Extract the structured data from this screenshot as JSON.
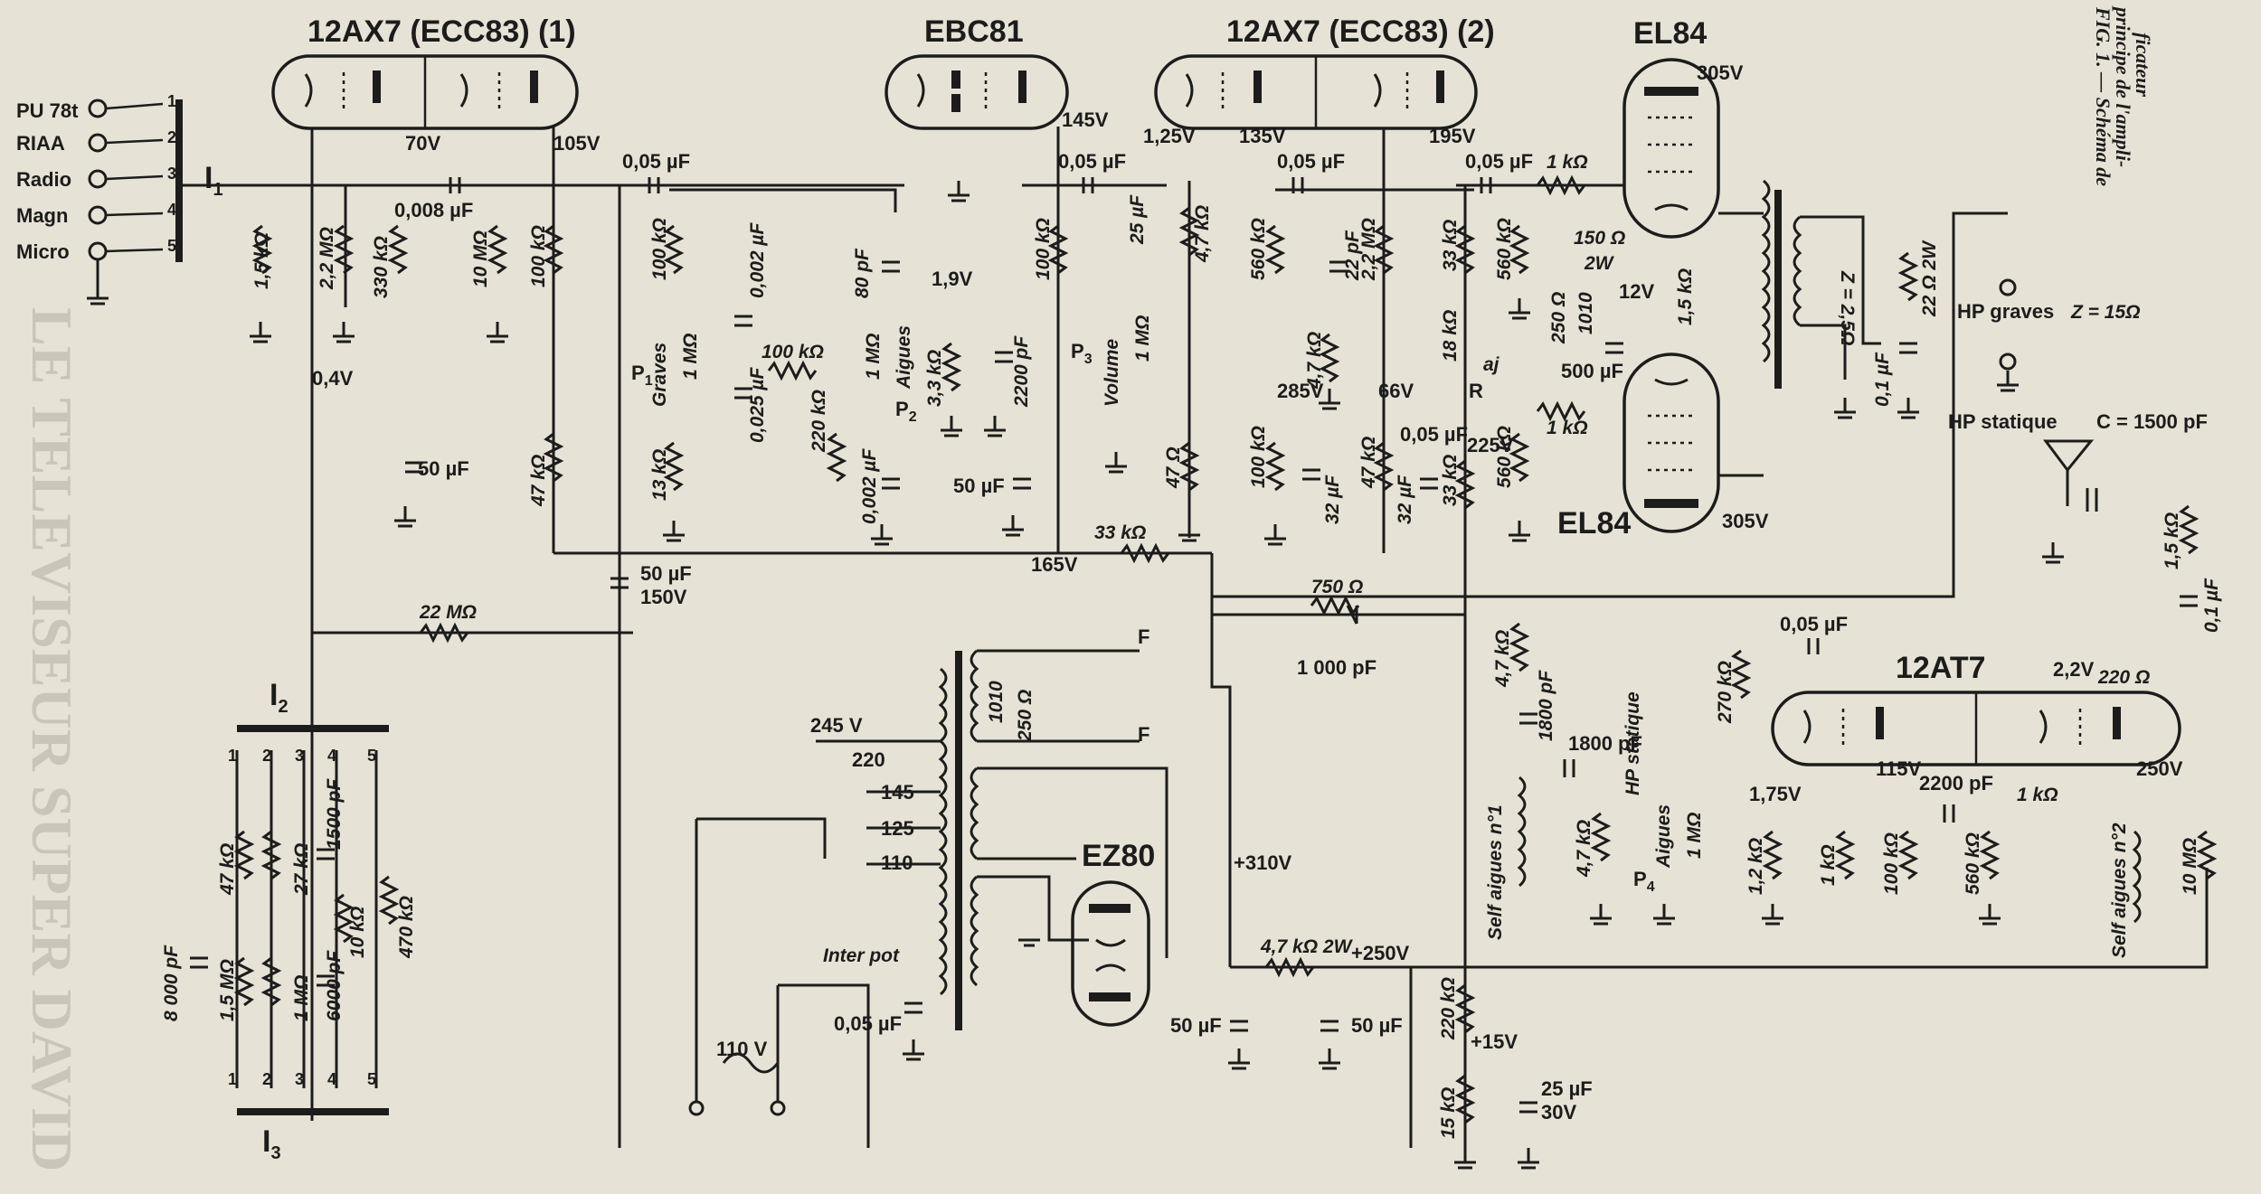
{
  "caption": {
    "line1": "FIG. 1. — Schéma de",
    "line2": "principe de l'ampli-",
    "line3": "ficateur"
  },
  "bleed_text": {
    "left": "LE TELEVISEUR SUPER DAVID"
  },
  "tubes": {
    "v1": "12AX7 (ECC83) (1)",
    "v2": "EBC81",
    "v3": "12AX7 (ECC83) (2)",
    "v4": "EL84",
    "v5": "EL84",
    "v6": "12AT7",
    "v7": "EZ80"
  },
  "inputs": {
    "pu": "PU 78t",
    "riaa": "RIAA",
    "radio": "Radio",
    "magn": "Magn",
    "micro": "Micro",
    "switch": "I",
    "switch_sub": "1"
  },
  "switches": {
    "i2": "I",
    "i2_sub": "2",
    "i3": "I",
    "i3_sub": "3",
    "pins": [
      "1",
      "2",
      "3",
      "4",
      "5"
    ]
  },
  "pots": {
    "p1": "P",
    "p1_sub": "1",
    "p1_name": "Graves",
    "p1_val": "1 MΩ",
    "p2": "P",
    "p2_sub": "2",
    "p2_name": "Aigues",
    "p2_val": "1 MΩ",
    "p3": "P",
    "p3_sub": "3",
    "p3_name": "Volume",
    "p3_val": "1 MΩ",
    "p4": "P",
    "p4_sub": "4",
    "p4_name": "Aigues",
    "p4_val": "1 MΩ",
    "p4_name2": "HP statique"
  },
  "resistors": {
    "r1": "1,5 kΩ",
    "r2": "2,2 MΩ",
    "r3": "330 kΩ",
    "r4": "10 MΩ",
    "r5": "100 kΩ",
    "r6": "47 kΩ",
    "r7": "100 kΩ",
    "r8": "13 kΩ",
    "r9": "100 kΩ",
    "r10": "220 kΩ",
    "r11": "3,3 kΩ",
    "r12": "100 kΩ",
    "r13": "4,7 kΩ",
    "r14": "47 Ω",
    "r15": "560 kΩ",
    "r16": "4,7 kΩ",
    "r17": "100 kΩ",
    "r18": "2,2 MΩ",
    "r19": "47 kΩ",
    "r20": "33 kΩ",
    "r21": "18 kΩ",
    "r21b": "aj",
    "r22": "33 kΩ",
    "r23": "560 kΩ",
    "r24": "560 kΩ",
    "r25": "1 kΩ",
    "r26": "1 kΩ",
    "r27": "150 Ω",
    "r27b": "2W",
    "r28": "250 Ω",
    "r28b": "1010",
    "r29": "1,5 kΩ",
    "r30": "22 Ω 2W",
    "r31": "33 kΩ",
    "r32": "22 MΩ",
    "r33": "750 Ω",
    "r34": "250 Ω",
    "r34b": "1010",
    "r35": "4,7 kΩ 2W",
    "r36": "220 kΩ",
    "r37": "15 kΩ",
    "r38": "4,7 kΩ",
    "r39": "4,7 kΩ",
    "r40": "270 kΩ",
    "r41": "1,2 kΩ",
    "r42": "1 kΩ",
    "r43": "100 kΩ",
    "r44": "560 kΩ",
    "r45": "1 kΩ",
    "r46": "220 Ω",
    "r47": "1,5 kΩ",
    "r48": "10 MΩ",
    "r49": "47 kΩ",
    "r50": "1,5 MΩ",
    "r51": "27 kΩ",
    "r52": "1 MΩ",
    "r53": "10 kΩ",
    "r54": "470 kΩ",
    "rq": "R"
  },
  "capacitors": {
    "c1": "0,008 µF",
    "c2": "50 µF",
    "c3": "0,05 µF",
    "c4": "0,002 µF",
    "c5": "0,025 µF",
    "c6": "80 pF",
    "c7": "0,002 µF",
    "c8": "2200 pF",
    "c9": "50 µF",
    "c10": "0,05 µF",
    "c11": "25 µF",
    "c12": "0,05 µF",
    "c13": "22 pF",
    "c14": "32 µF",
    "c15": "32 µF",
    "c16": "0,05 µF",
    "c17": "0,05 µF",
    "c18": "500 µF",
    "c19": "0,1 µF",
    "c20": "C = 1500 pF",
    "c21": "0,1 µF",
    "c22": "50 µF",
    "c22b": "150V",
    "c23": "1 000 pF",
    "c24": "1800 pF",
    "c25": "1800 pF",
    "c26": "0,05 µF",
    "c27": "2200 pF",
    "c28": "0,05 µF",
    "c29": "50 µF",
    "c30": "50 µF",
    "c31": "25 µF",
    "c31b": "30V",
    "c32": "8 000 pF",
    "c33": "1500 pF",
    "c34": "6000 pF"
  },
  "voltages": {
    "v70": "70V",
    "v105": "105V",
    "v04": "0,4V",
    "v145": "145V",
    "v19": "1,9V",
    "v125": "1,25V",
    "v135": "135V",
    "v195": "195V",
    "v305a": "305V",
    "v305b": "305V",
    "v285": "285V",
    "v66": "66V",
    "v225": "225V",
    "v12": "12V",
    "v165": "165V",
    "v310": "+310V",
    "v250": "+250V",
    "v15": "+15V",
    "v175": "1,75V",
    "v115": "115V",
    "v22": "2,2V",
    "v250b": "250V"
  },
  "speakers": {
    "hp_graves": "HP graves",
    "hp_graves_z": "Z = 15Ω",
    "hp_stat": "HP statique",
    "z25": "Z = 2,5Ω"
  },
  "selfs": {
    "s1": "Self aigues n°1",
    "s2": "Self aigues n°2"
  },
  "power": {
    "t245": "245 V",
    "t220": "220",
    "t145": "145",
    "t125": "125",
    "t110": "110",
    "mains": "110 V",
    "inter": "Inter pot",
    "f1": "F",
    "f2": "F"
  }
}
